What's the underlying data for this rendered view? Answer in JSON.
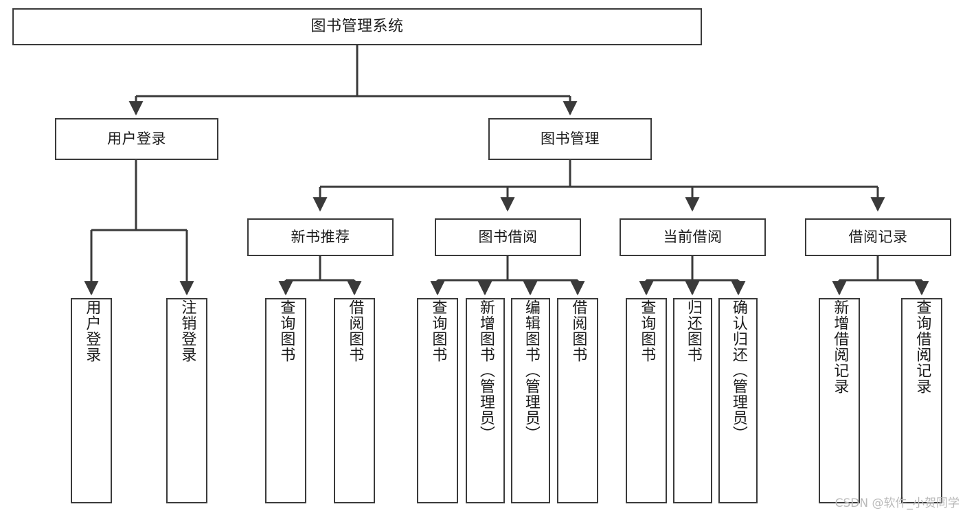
{
  "diagram": {
    "type": "tree",
    "title": "图书管理系统",
    "colors": {
      "background": "#ffffff",
      "node_fill": "#ffffff",
      "node_border": "#3a3a3a",
      "edge": "#3a3a3a",
      "text": "#1b1b1b",
      "watermark": "#b9b9b9"
    },
    "root": {
      "label": "图书管理系统"
    },
    "level2": [
      {
        "label": "用户登录"
      },
      {
        "label": "图书管理"
      }
    ],
    "level3": [
      {
        "label": "新书推荐"
      },
      {
        "label": "图书借阅"
      },
      {
        "label": "当前借阅"
      },
      {
        "label": "借阅记录"
      }
    ],
    "leaves": {
      "user_login": [
        {
          "label": "用户登录"
        },
        {
          "label": "注销登录"
        }
      ],
      "new_book_recommend": [
        {
          "label": "查询图书"
        },
        {
          "label": "借阅图书"
        }
      ],
      "book_borrow": [
        {
          "label": "查询图书"
        },
        {
          "label": "新增图书（管理员）"
        },
        {
          "label": "编辑图书（管理员）"
        },
        {
          "label": "借阅图书"
        }
      ],
      "current_borrow": [
        {
          "label": "查询图书"
        },
        {
          "label": "归还图书"
        },
        {
          "label": "确认归还（管理员）"
        }
      ],
      "borrow_record": [
        {
          "label": "新增借阅记录"
        },
        {
          "label": "查询借阅记录"
        }
      ]
    }
  },
  "watermark": {
    "text": "CSDN @软件_小贺同学"
  }
}
